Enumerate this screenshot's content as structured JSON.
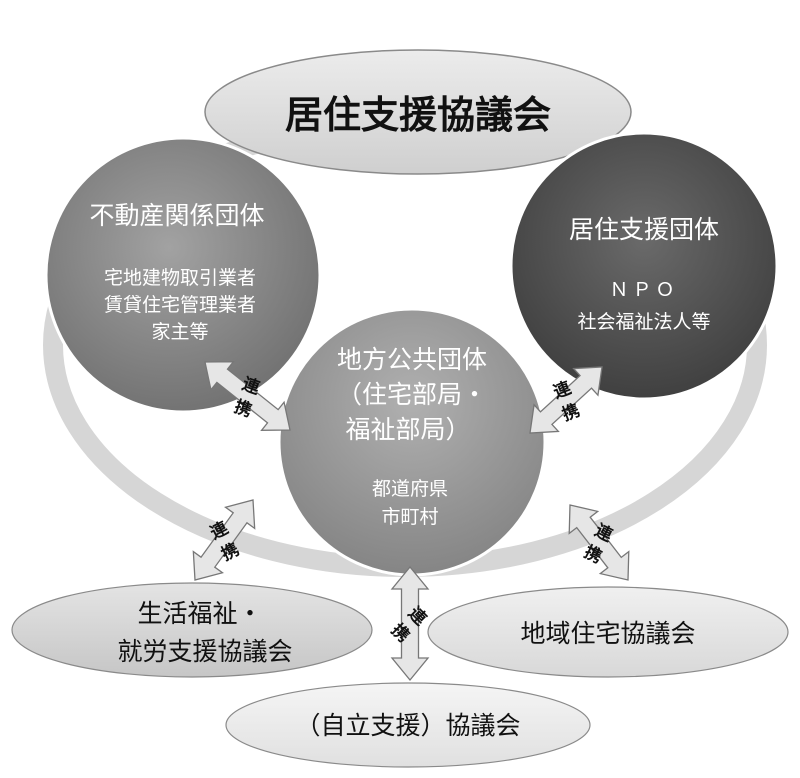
{
  "header": {
    "title": "居住支援協議会"
  },
  "nodes": {
    "real_estate": {
      "title": "不動産関係団体",
      "lines": [
        "宅地建物取引業者",
        "賃貸住宅管理業者",
        "家主等"
      ]
    },
    "housing_support": {
      "title": "居住支援団体",
      "lines": [
        "ＮＰＯ",
        "社会福祉法人等"
      ]
    },
    "local_gov": {
      "title_lines": [
        "地方公共団体",
        "（住宅部局・",
        "福祉部局）"
      ],
      "lines": [
        "都道府県",
        "市町村"
      ]
    },
    "welfare_council": {
      "lines": [
        "生活福祉・",
        "就労支援協議会"
      ]
    },
    "regional_housing_council": {
      "label": "地域住宅協議会"
    },
    "independence_council": {
      "label": "（自立支援）協議会"
    }
  },
  "link_label": [
    "連",
    "携"
  ],
  "colors": {
    "ring": "#d6d6d6",
    "title_fill": "#dcdcdc",
    "real_estate_fill": "#8c8c8c",
    "housing_support_fill": "#555555",
    "local_gov_fill": "#999999",
    "lower_council_fill": "#d4d4d4",
    "arrow_fill": "#e6e6e6",
    "arrow_stroke": "#777777"
  }
}
